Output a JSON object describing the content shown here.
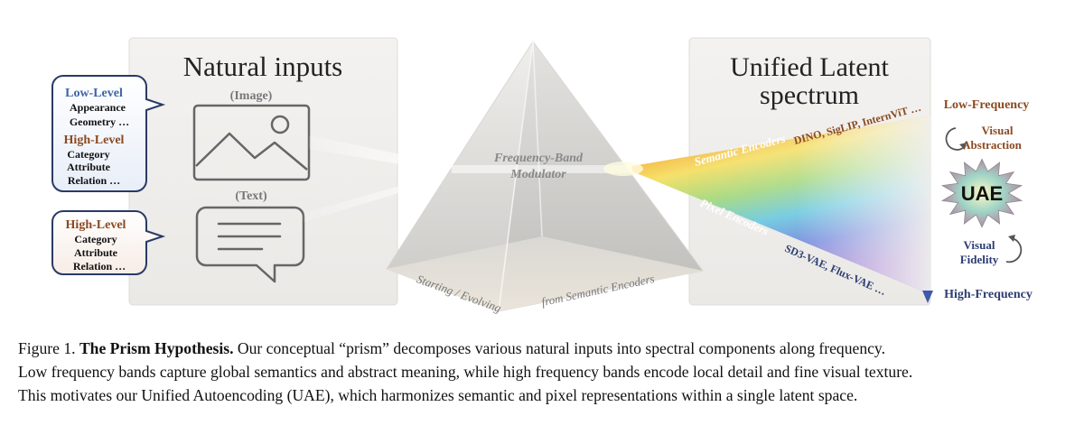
{
  "figure": {
    "left_panel_title": "Natural inputs",
    "image_label": "(Image)",
    "text_label": "(Text)",
    "callout_image": {
      "low_title": "Low-Level",
      "low_items": [
        "Appearance",
        "Geometry …"
      ],
      "high_title": "High-Level",
      "high_items": [
        "Category",
        "Attribute",
        "Relation …"
      ]
    },
    "callout_text": {
      "high_title": "High-Level",
      "high_items": [
        "Category",
        "Attribute",
        "Relation …"
      ]
    },
    "prism_label_line1": "Frequency-Band",
    "prism_label_line2": "Modulator",
    "prism_base_left": "Starting / Evolving",
    "prism_base_right": "from Semantic Encoders",
    "right_panel_title_line1": "Unified Latent",
    "right_panel_title_line2": "spectrum",
    "semantic_encoders_label": "Semantic Encoders",
    "semantic_encoders_examples": "DINO, SigLIP, InternViT …",
    "pixel_encoders_label": "Pixel Encoders",
    "pixel_encoders_examples": "SD3-VAE, Flux-VAE …",
    "low_frequency": "Low-Frequency",
    "high_frequency": "High-Frequency",
    "visual_abstraction_line1": "Visual",
    "visual_abstraction_line2": "Abstraction",
    "visual_fidelity_line1": "Visual",
    "visual_fidelity_line2": "Fidelity",
    "uae_badge": "UAE",
    "colors": {
      "low_level": "#3d63a8",
      "high_level": "#8a4a22",
      "low_frequency": "#8a4a22",
      "high_frequency": "#2d3d73",
      "panel_bg": "#f1f0ee"
    }
  },
  "caption": {
    "figure_number": "Figure 1.",
    "title": "The Prism Hypothesis.",
    "line1_rest": "Our conceptual “prism” decomposes various natural inputs into spectral components along frequency.",
    "line2": "Low frequency bands capture global semantics and abstract meaning, while high frequency bands encode local detail and fine visual texture.",
    "line3": "This motivates our Unified Autoencoding (UAE), which harmonizes semantic and pixel representations within a single latent space."
  }
}
